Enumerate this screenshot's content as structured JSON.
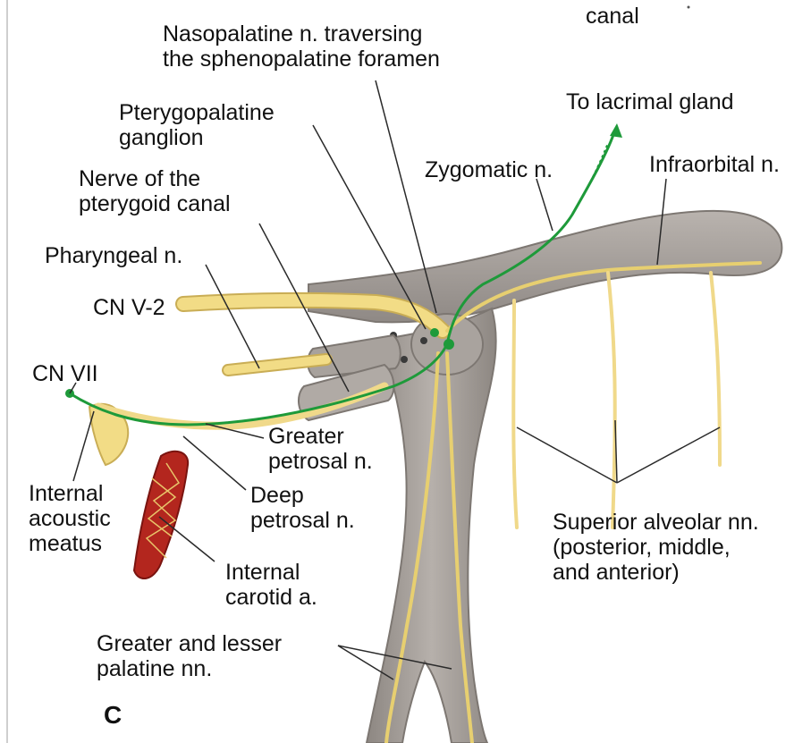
{
  "labels": {
    "canal": "canal",
    "nasopalatine_1": "Nasopalatine n. traversing",
    "nasopalatine_2": "the sphenopalatine foramen",
    "lacrimal": "To lacrimal gland",
    "ptery_ganglion_1": "Pterygopalatine",
    "ptery_ganglion_2": "ganglion",
    "zygomatic": "Zygomatic n.",
    "infraorbital": "Infraorbital n.",
    "nerve_ptery_canal_1": "Nerve of the",
    "nerve_ptery_canal_2": "pterygoid canal",
    "pharyngeal": "Pharyngeal n.",
    "cn_v2": "CN V-2",
    "cn_vii": "CN VII",
    "greater_petrosal_1": "Greater",
    "greater_petrosal_2": "petrosal n.",
    "deep_petrosal_1": "Deep",
    "deep_petrosal_2": "petrosal n.",
    "internal_acoustic_1": "Internal",
    "internal_acoustic_2": "acoustic",
    "internal_acoustic_3": "meatus",
    "internal_carotid_1": "Internal",
    "internal_carotid_2": "carotid a.",
    "superior_alveolar_1": "Superior alveolar nn.",
    "superior_alveolar_2": "(posterior, middle,",
    "superior_alveolar_3": "and anterior)",
    "palatine_1": "Greater and lesser",
    "palatine_2": "palatine nn.",
    "figure_letter": "C"
  },
  "colors": {
    "bone": "#a39d99",
    "bone_edge": "#7d7772",
    "nerve": "#f2dc86",
    "nerve_edge": "#c9ad55",
    "parasympathetic": "#1e9a3a",
    "artery": "#b3261e",
    "artery_dark": "#7a1410",
    "leader": "#2a2a2a"
  }
}
